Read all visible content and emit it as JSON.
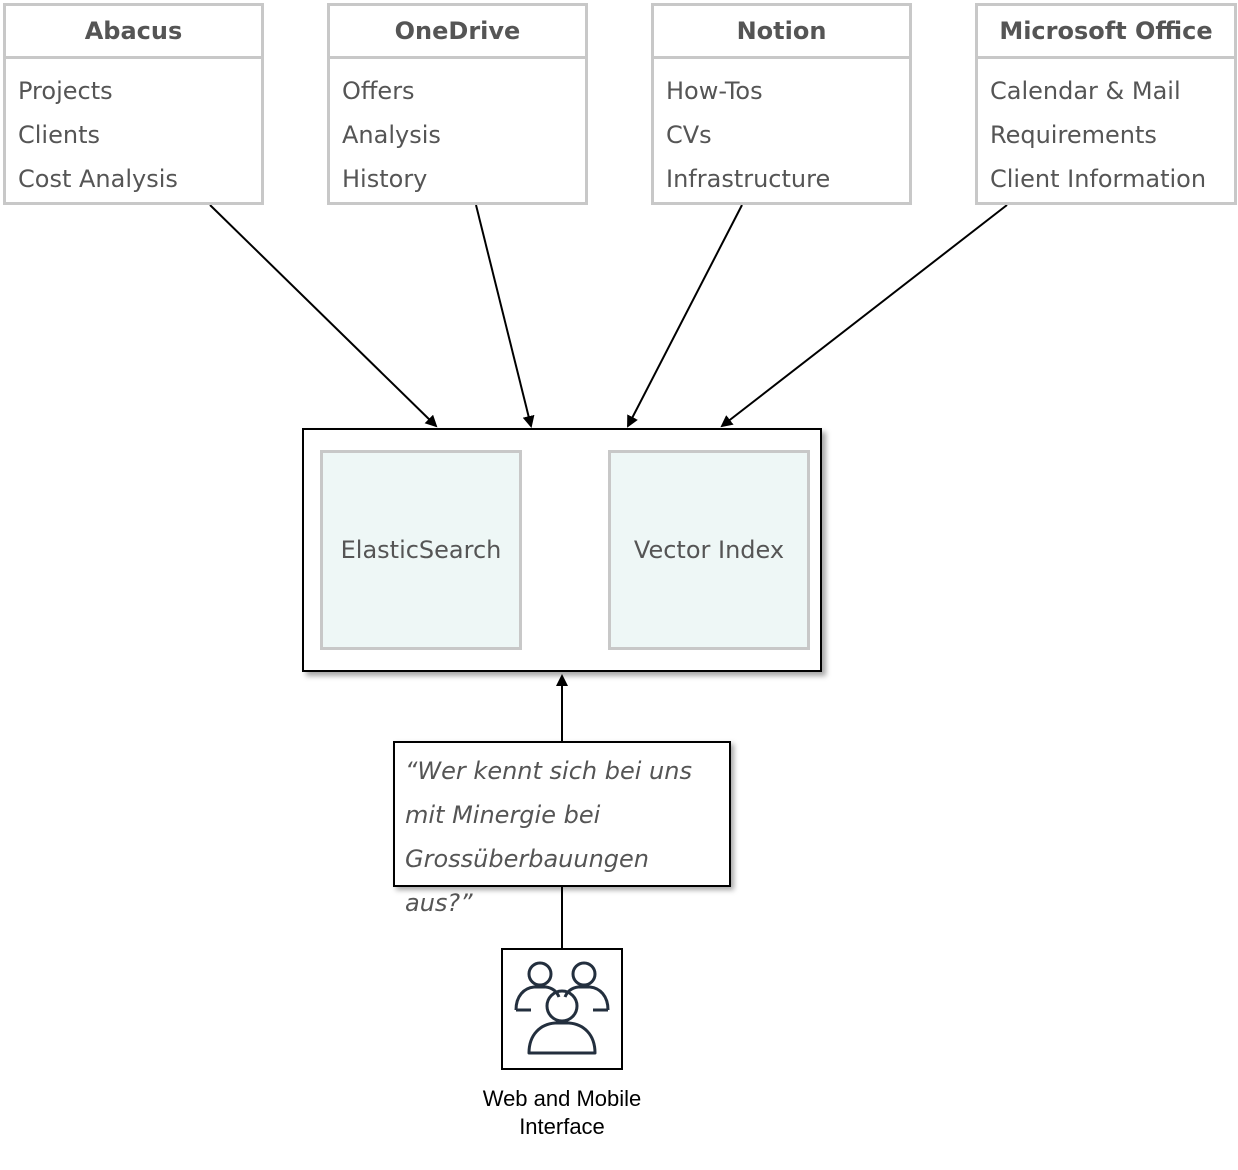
{
  "sources": [
    {
      "id": "abacus",
      "title": "Abacus",
      "items": [
        "Projects",
        "Clients",
        "Cost Analysis"
      ]
    },
    {
      "id": "onedrive",
      "title": "OneDrive",
      "items": [
        "Offers",
        "Analysis",
        "History"
      ]
    },
    {
      "id": "notion",
      "title": "Notion",
      "items": [
        "How-Tos",
        "CVs",
        "Infrastructure"
      ]
    },
    {
      "id": "microsoft-office",
      "title": "Microsoft Office",
      "items": [
        "Calendar & Mail",
        "Requirements",
        "Client Information"
      ]
    }
  ],
  "search": {
    "elastic_label": "ElasticSearch",
    "vector_label": "Vector Index"
  },
  "query": {
    "text": "“Wer kennt sich bei uns mit Minergie bei Grossüberbauungen aus?”"
  },
  "interface": {
    "icon": "users-group-icon",
    "label": "Web and Mobile Interface"
  },
  "colors": {
    "box_border": "#c8c8c8",
    "engine_fill": "#eef7f6",
    "text": "#555555",
    "icon_stroke": "#232f3e"
  }
}
